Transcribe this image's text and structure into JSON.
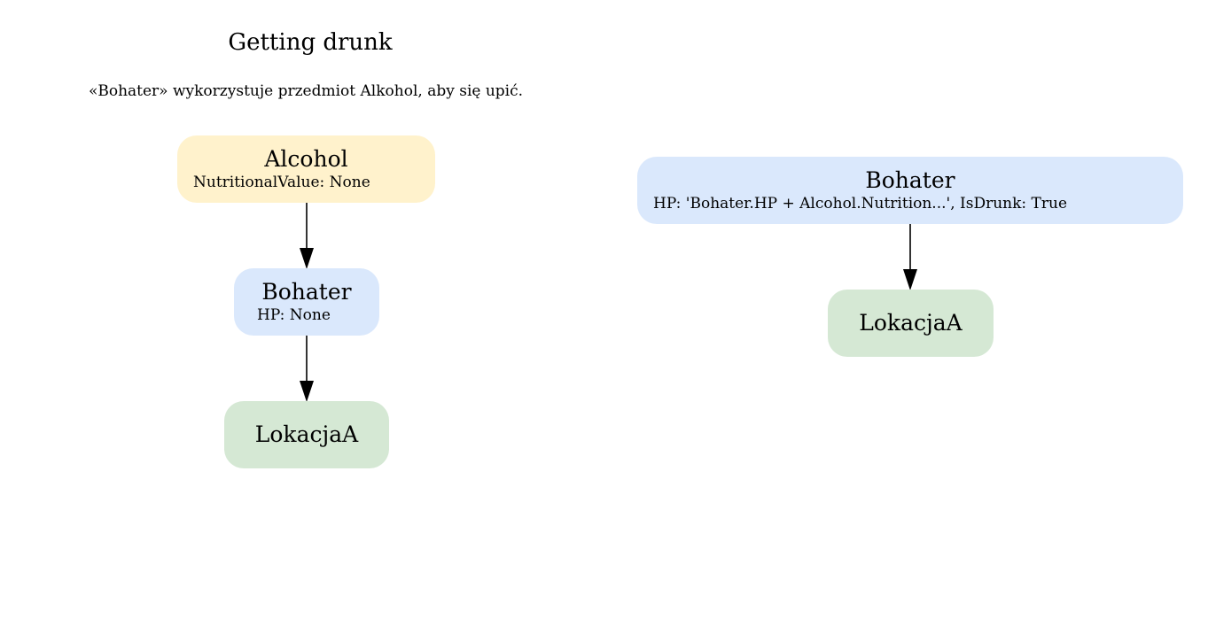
{
  "diagram": {
    "title": "Getting drunk",
    "subtitle": "«Bohater» wykorzystuje przedmiot Alkohol, aby się upić.",
    "colors": {
      "item": "#fff2cc",
      "character": "#dae8fc",
      "location": "#d5e8d4",
      "edge": "#000000"
    },
    "before": {
      "item": {
        "name": "Alcohol",
        "props": "NutritionalValue: None"
      },
      "character": {
        "name": "Bohater",
        "props": "HP: None"
      },
      "location": {
        "name": "LokacjaA"
      }
    },
    "after": {
      "character": {
        "name": "Bohater",
        "props": "HP: 'Bohater.HP + Alcohol.Nutrition...', IsDrunk: True"
      },
      "location": {
        "name": "LokacjaA"
      }
    }
  }
}
